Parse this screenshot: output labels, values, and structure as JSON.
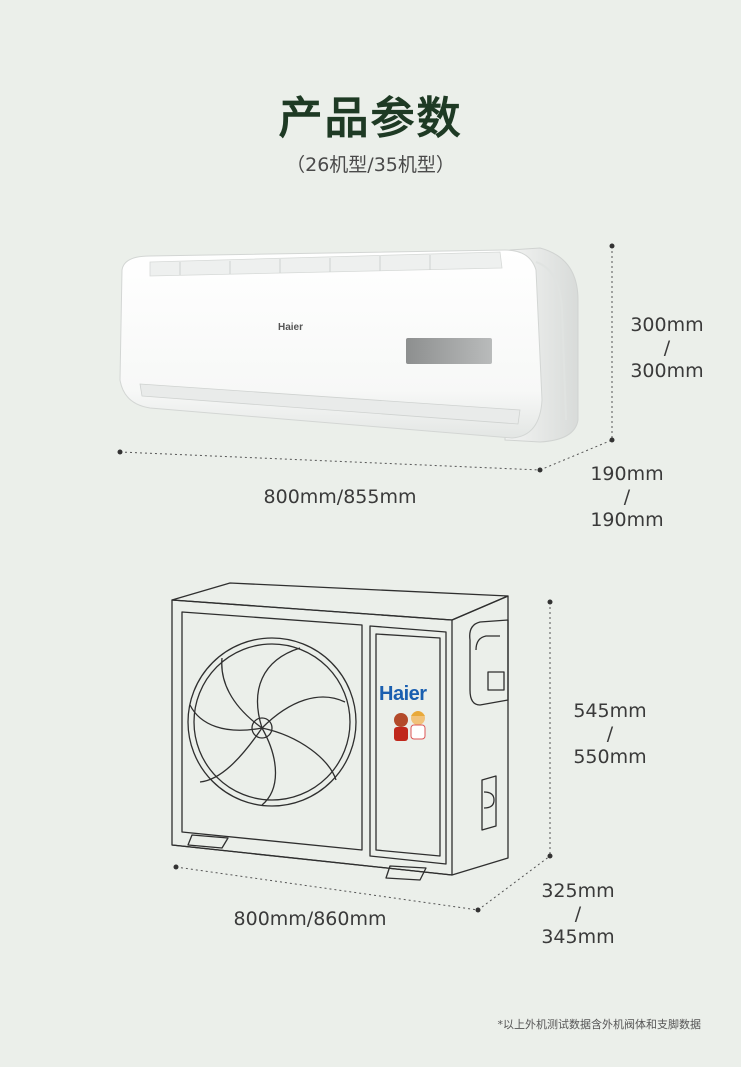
{
  "title": "产品参数",
  "subtitle": "（26机型/35机型）",
  "indoor_unit": {
    "brand": "Haier",
    "height": [
      "300mm",
      "/",
      "300mm"
    ],
    "depth": [
      "190mm",
      "/",
      "190mm"
    ],
    "width": "800mm/855mm"
  },
  "outdoor_unit": {
    "brand": "Haier",
    "height": [
      "545mm",
      "/",
      "550mm"
    ],
    "depth": [
      "325mm",
      "/",
      "345mm"
    ],
    "width": "800mm/860mm"
  },
  "footnote": "*以上外机测试数据含外机阀体和支脚数据",
  "colors": {
    "background": "#ebefea",
    "title": "#1e3a24",
    "brand_blue": "#1a5fb0"
  }
}
